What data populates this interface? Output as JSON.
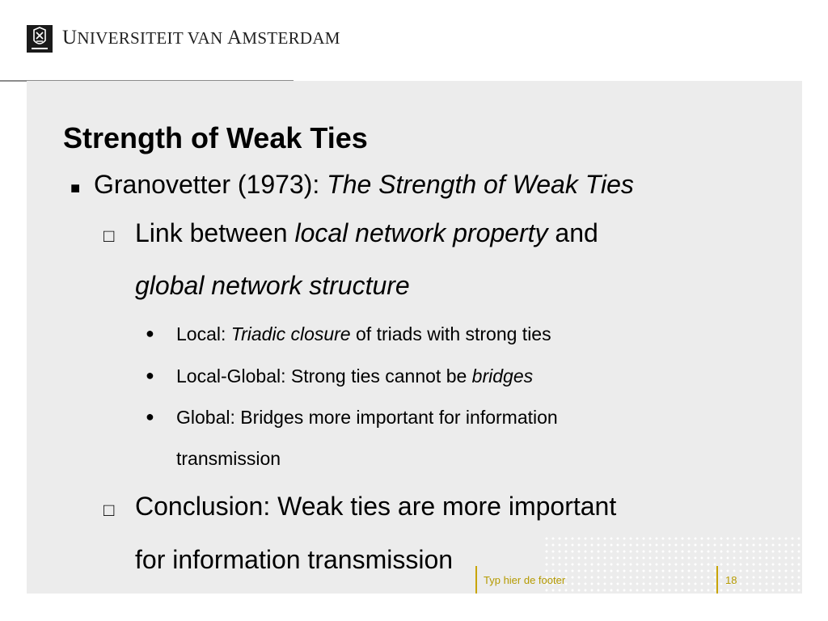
{
  "header": {
    "university_cap1": "U",
    "university_rest1": "NIVERSITEIT VAN ",
    "university_cap2": "A",
    "university_rest2": "MSTERDAM",
    "logo_icon": "uva-crest-icon",
    "colors": {
      "logo_bg": "#1a1a1a",
      "footer_accent": "#c8a400",
      "slide_bg": "#ececec"
    }
  },
  "slide": {
    "title": "Strength of Weak Ties",
    "b1": {
      "marker": "■",
      "text": "Granovetter (1973): ",
      "italic": "The Strength of Weak Ties"
    },
    "b2": {
      "marker": "□",
      "text_a": "Link between ",
      "italic_a": "local network property",
      "text_b": " and",
      "italic_b": "global network structure"
    },
    "b3": {
      "marker": "●",
      "text_a": "Local: ",
      "italic_a": "Triadic closure",
      "text_b": " of triads with strong ties"
    },
    "b4": {
      "marker": "●",
      "text_a": "Local-Global: Strong ties cannot be ",
      "italic_a": "bridges"
    },
    "b5": {
      "marker": "●",
      "line1": "Global: Bridges more important for information",
      "line2": "transmission"
    },
    "b6": {
      "marker": "□",
      "line1": "Conclusion: Weak ties are more important",
      "line2": "for information transmission"
    }
  },
  "footer": {
    "text": "Typ hier de footer",
    "page_number": "18"
  }
}
